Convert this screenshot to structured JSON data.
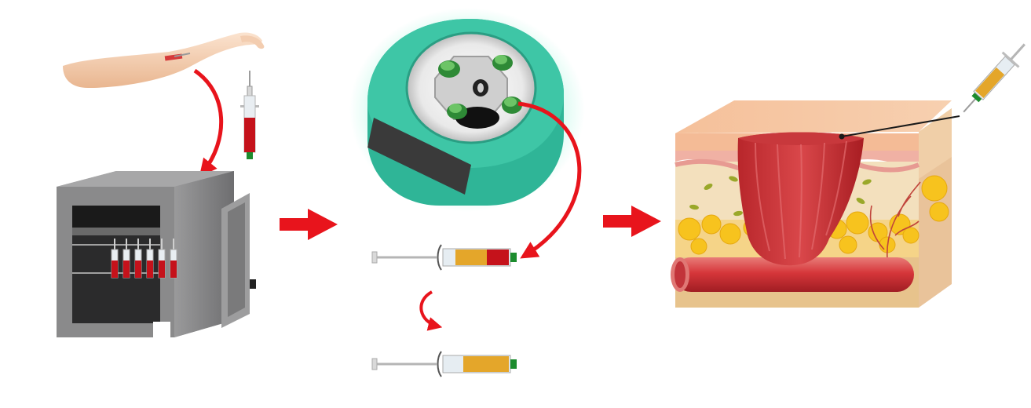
{
  "figure": {
    "title": "",
    "caption": "",
    "colors": {
      "arrow_red": "#e8141c",
      "blood_red": "#c5121b",
      "plasma_yellow": "#e4a62a",
      "centrifuge_teal": "#2fb597",
      "incubator_grey": "#7f7f80",
      "skin_pink": "#efb3a0",
      "fat_yellow": "#f7c31e",
      "vessel_red": "#d83b3c",
      "needle_green": "#1c8c2e"
    },
    "stages": [
      {
        "id": "blood-draw",
        "icon": "arm-syringe-icon",
        "label": ""
      },
      {
        "id": "incubation",
        "icon": "incubator-icon",
        "label": ""
      },
      {
        "id": "centrifugation",
        "icon": "centrifuge-icon",
        "label": ""
      },
      {
        "id": "separation",
        "icon": "syringe-icon",
        "label": ""
      },
      {
        "id": "injection",
        "icon": "skin-tissue-icon",
        "label": ""
      }
    ]
  }
}
